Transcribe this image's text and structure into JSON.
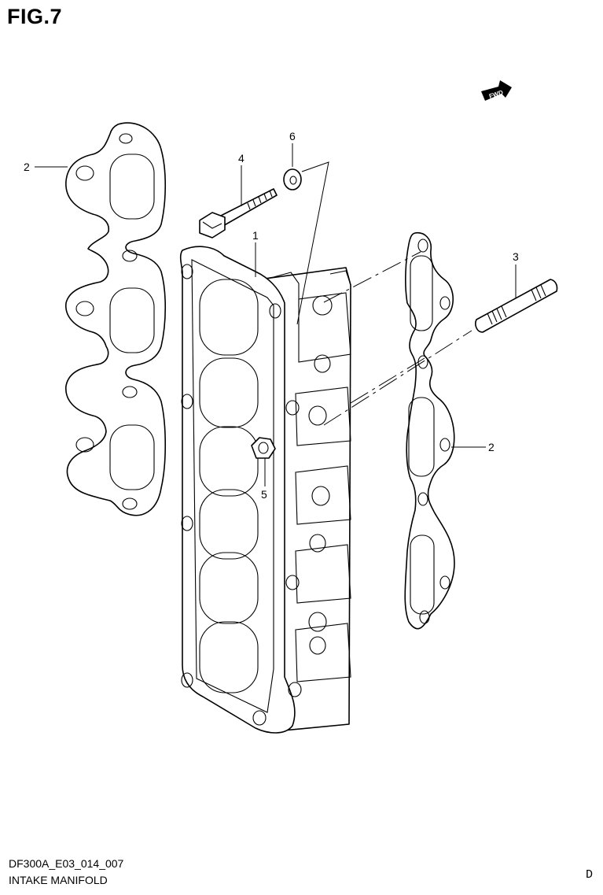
{
  "figure": {
    "title": "FIG.7"
  },
  "fwd_badge": {
    "label": "FWD"
  },
  "callouts": {
    "c1": "1",
    "c2_left": "2",
    "c2_right": "2",
    "c3": "3",
    "c4": "4",
    "c5": "5",
    "c6": "6"
  },
  "footer": {
    "code": "DF300A_E03_014_007",
    "name": "INTAKE MANIFOLD",
    "letter": "D"
  }
}
